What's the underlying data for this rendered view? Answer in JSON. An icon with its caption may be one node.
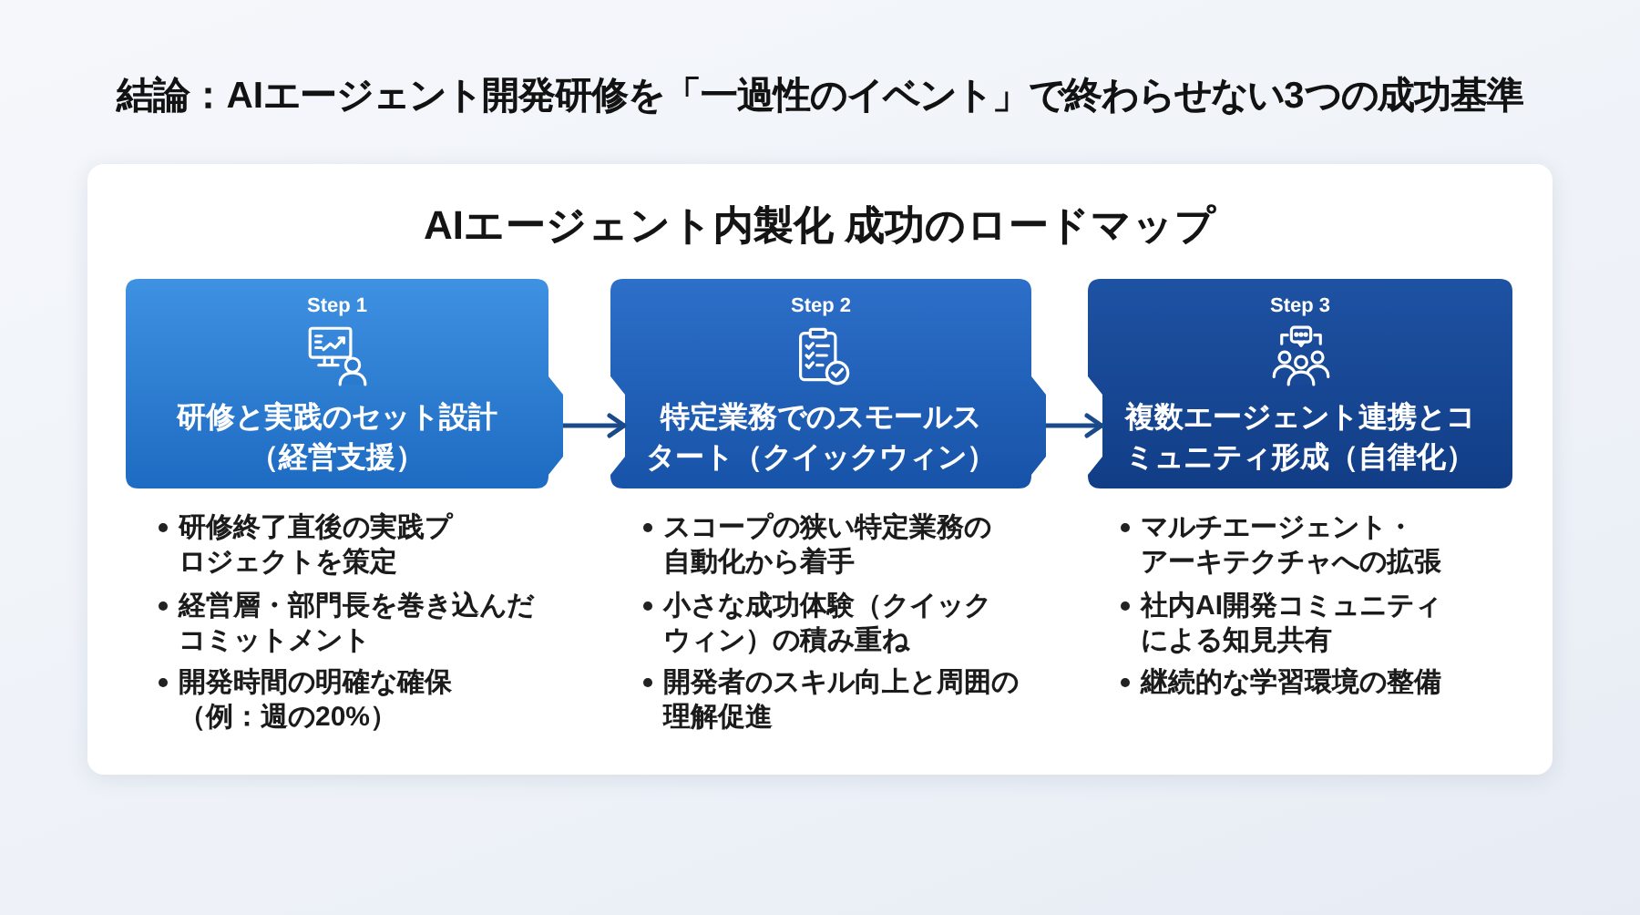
{
  "diagram": {
    "title": "結論：AIエージェント開発研修を「一過性のイベント」で終わらせない3つの成功基準",
    "nodes": [
      {
        "text": [
          "AIエージェント内製化 成功のロードマップ"
        ]
      },
      {
        "text": [
          "Step 1",
          "研修と実践のセット設計（経営支援）"
        ],
        "in": 0,
        "beside": [
          "研修終了直後の実践プロジェクトを策定",
          "経営層・部門長を巻き込んだコミットメント",
          "開発時間の明確な確保（例：週の20%）"
        ]
      },
      {
        "text": [
          "Step 2",
          "特定業務でのスモールスタート（クイックウィン）"
        ],
        "in": 0,
        "beside": [
          "スコープの狭い特定業務の自動化から着手",
          "小さな成功体験（クイックウィン）の積み重ね",
          "開発者のスキル向上と周囲の理解促進"
        ]
      },
      {
        "text": [
          "Step 3",
          "複数エージェント連携とコミュニティ形成（自律化）"
        ],
        "in": 0,
        "beside": [
          "マルチエージェント・アーキテクチャへの拡張",
          "社内AI開発コミュニティによる知見共有",
          "継続的な学習環境の整備"
        ]
      }
    ],
    "edges": [
      {
        "from": 1,
        "to": 2,
        "arrow": "to"
      },
      {
        "from": 2,
        "to": 3,
        "arrow": "to"
      }
    ]
  }
}
